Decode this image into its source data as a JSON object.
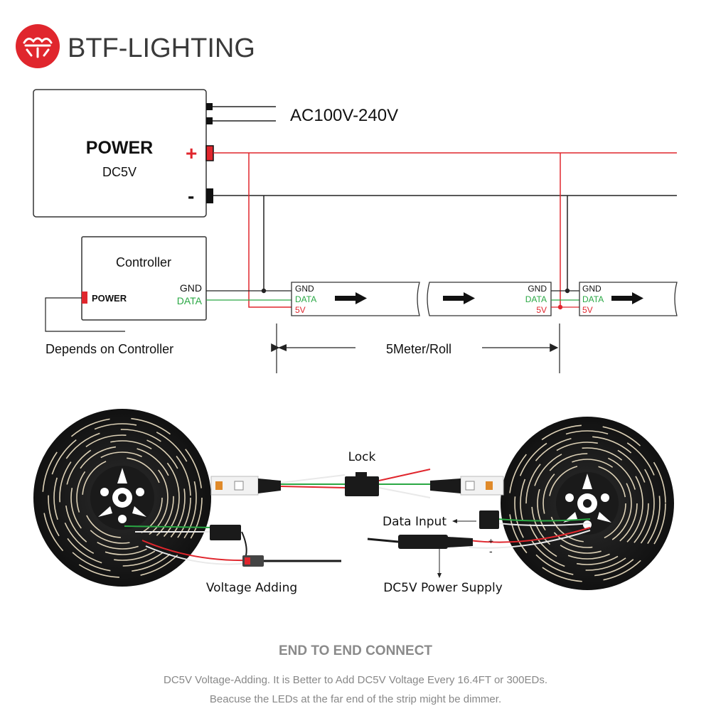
{
  "brand": {
    "name": "BTF-LIGHTING",
    "color": "#e0262d"
  },
  "power_supply": {
    "title": "POWER",
    "voltage": "DC5V",
    "plus_symbol": "+",
    "minus_symbol": "-",
    "ac_input": "AC100V-240V"
  },
  "controller": {
    "title": "Controller",
    "power_label": "POWER",
    "gnd_label": "GND",
    "data_label": "DATA",
    "note": "Depends on Controller"
  },
  "strip_segments": [
    {
      "gnd": "GND",
      "data": "DATA",
      "v5": "5V"
    },
    {
      "gnd": "GND",
      "data": "DATA",
      "v5": "5V"
    },
    {
      "gnd": "GND",
      "data": "DATA",
      "v5": "5V"
    }
  ],
  "dimension": {
    "label": "5Meter/Roll"
  },
  "photo_labels": {
    "lock": "Lock",
    "voltage_adding": "Voltage Adding",
    "data_input": "Data Input",
    "power_supply": "DC5V Power Supply",
    "plus": "+",
    "minus": "-"
  },
  "footer": {
    "title": "END TO END CONNECT",
    "line1": "DC5V Voltage-Adding. It is Better to Add DC5V Voltage Every 16.4FT or 300EDs.",
    "line2": "Beacuse the LEDs at the far end of the strip might be dimmer."
  },
  "colors": {
    "positive_wire": "#e0262d",
    "negative_wire": "#222222",
    "data_wire": "#2aa844",
    "data_text": "#2aa844",
    "v5_text": "#e0262d"
  }
}
